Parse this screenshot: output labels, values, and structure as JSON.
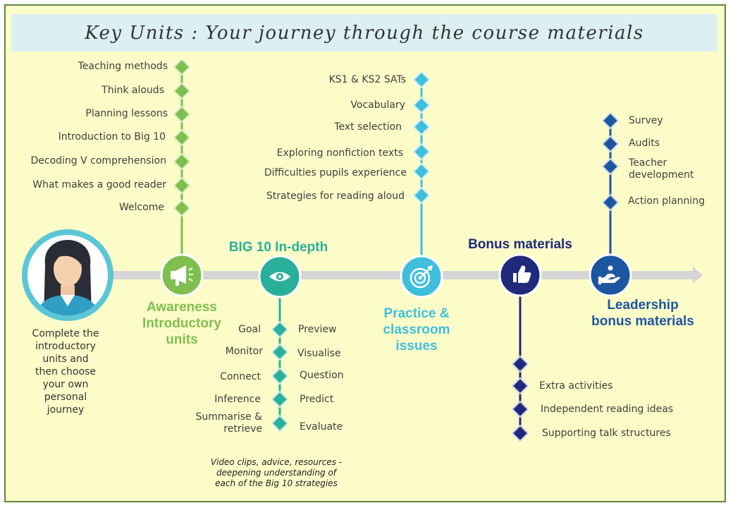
{
  "title": "Key Units : Your journey through the course materials",
  "colors": {
    "frame_border": "#5c8a3c",
    "background": "#fcfcc9",
    "banner": "#dcf0f4",
    "timeline_arrow": "#d5d5d5",
    "awareness": "#7fbf4f",
    "big10": "#2ab09a",
    "practice": "#3fbfdc",
    "bonus": "#1f2a7a",
    "leadership": "#1d56a0"
  },
  "persona": {
    "caption": [
      "Complete the",
      "introductory",
      "units and",
      "then choose",
      "your own",
      "personal",
      "journey"
    ]
  },
  "units": {
    "awareness": {
      "title": [
        "Awareness",
        "Introductory",
        "units"
      ],
      "icon": "megaphone-icon",
      "items": [
        "Teaching methods",
        "Think alouds",
        "Planning lessons",
        "Introduction  to Big 10",
        "Decoding V comprehension",
        "What makes a good reader",
        "Welcome"
      ]
    },
    "big10": {
      "title": "BIG 10 In-depth",
      "icon": "eye-icon",
      "left_items": [
        "Goal",
        "Monitor",
        "Connect",
        "Inference",
        "Summarise &\nretrieve"
      ],
      "right_items": [
        "Preview",
        "Visualise",
        "Question",
        "Predict",
        "Evaluate"
      ],
      "note": [
        "Video clips, advice, resources -",
        "deepening understanding of",
        "each of the Big 10 strategies"
      ]
    },
    "practice": {
      "title": [
        "Practice &",
        "classroom",
        "issues"
      ],
      "icon": "target-icon",
      "items": [
        "KS1 & KS2 SATs",
        "Vocabulary",
        "Text selection",
        "Exploring nonfiction  texts",
        "Difficulties pupils experience",
        "Strategies for reading aloud"
      ]
    },
    "bonus": {
      "title": "Bonus materials",
      "icon": "thumbs-up-icon",
      "items": [
        "",
        "Extra activities",
        "Independent  reading ideas",
        "Supporting talk structures"
      ]
    },
    "leadership": {
      "title": [
        "Leadership",
        "bonus materials"
      ],
      "icon": "caring-hand-icon",
      "items": [
        "Survey",
        "Audits",
        "Teacher\ndevelopment",
        "Action planning"
      ]
    }
  }
}
